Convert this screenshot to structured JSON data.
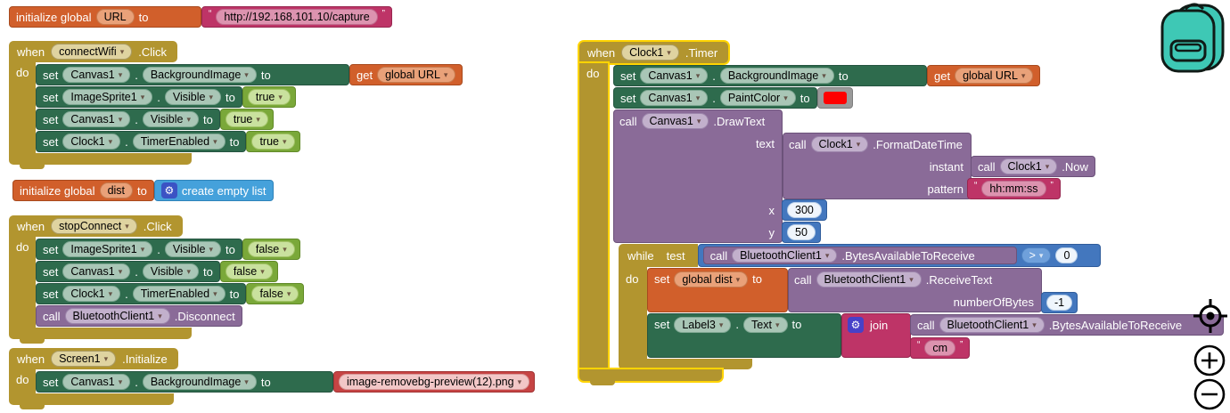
{
  "colors": {
    "event_gold": "#B2952F",
    "setter_green": "#2E6B4D",
    "logic_green": "#7AA839",
    "variable_orange": "#D15F2B",
    "text_pink": "#BE3467",
    "method_purple": "#8A6B98",
    "math_blue": "#4377BE",
    "list_blue": "#45A1DB",
    "asset_red": "#C64444",
    "selection_yellow": "#FFD400",
    "paint_swatch": "#FF0000",
    "backpack_teal": "#3EC8B5"
  },
  "icons": {
    "dropdown_arrow": "▾",
    "gear": "⚙"
  },
  "workspace": {
    "init_url": {
      "kw": "initialize global",
      "name": "URL",
      "to": "to",
      "open_quote": "“",
      "value": "http://192.168.101.10/capture",
      "close_quote": "”"
    },
    "init_dist": {
      "kw": "initialize global",
      "name": "dist",
      "to": "to",
      "list_label": "create empty list"
    },
    "when_connect": {
      "when": "when",
      "component": "connectWifi",
      "event": ".Click",
      "do_label": "do",
      "r0": {
        "set": "set",
        "comp": "Canvas1",
        "dot": ".",
        "prop": "BackgroundImage",
        "to": "to",
        "get": "get",
        "var": "global URL"
      },
      "r1": {
        "set": "set",
        "comp": "ImageSprite1",
        "dot": ".",
        "prop": "Visible",
        "to": "to",
        "val": "true"
      },
      "r2": {
        "set": "set",
        "comp": "Canvas1",
        "dot": ".",
        "prop": "Visible",
        "to": "to",
        "val": "true"
      },
      "r3": {
        "set": "set",
        "comp": "Clock1",
        "dot": ".",
        "prop": "TimerEnabled",
        "to": "to",
        "val": "true"
      }
    },
    "when_stop": {
      "when": "when",
      "component": "stopConnect",
      "event": ".Click",
      "do_label": "do",
      "r0": {
        "set": "set",
        "comp": "ImageSprite1",
        "dot": ".",
        "prop": "Visible",
        "to": "to",
        "val": "false"
      },
      "r1": {
        "set": "set",
        "comp": "Canvas1",
        "dot": ".",
        "prop": "Visible",
        "to": "to",
        "val": "false"
      },
      "r2": {
        "set": "set",
        "comp": "Clock1",
        "dot": ".",
        "prop": "TimerEnabled",
        "to": "to",
        "val": "false"
      },
      "r3": {
        "call": "call",
        "comp": "BluetoothClient1",
        "method": ".Disconnect"
      }
    },
    "when_screen": {
      "when": "when",
      "component": "Screen1",
      "event": ".Initialize",
      "do_label": "do",
      "r0": {
        "set": "set",
        "comp": "Canvas1",
        "dot": ".",
        "prop": "BackgroundImage",
        "to": "to",
        "asset": "image-removebg-preview(12).png"
      }
    },
    "when_clock": {
      "when": "when",
      "component": "Clock1",
      "event": ".Timer",
      "do_label": "do",
      "r0": {
        "set": "set",
        "comp": "Canvas1",
        "dot": ".",
        "prop": "BackgroundImage",
        "to": "to",
        "get": "get",
        "var": "global URL"
      },
      "r1": {
        "set": "set",
        "comp": "Canvas1",
        "dot": ".",
        "prop": "PaintColor",
        "to": "to"
      },
      "drawtext": {
        "call": "call",
        "comp": "Canvas1",
        "method": ".DrawText",
        "p_text": "text",
        "p_x": "x",
        "p_y": "y",
        "x_val": "300",
        "y_val": "50",
        "fdt": {
          "call": "call",
          "comp": "Clock1",
          "method": ".FormatDateTime",
          "p_instant": "instant",
          "p_pattern": "pattern",
          "now": {
            "call": "call",
            "comp": "Clock1",
            "method": ".Now"
          },
          "pattern_val": {
            "open_quote": "“",
            "value": "hh:mm:ss",
            "close_quote": "”"
          }
        }
      },
      "while": {
        "kw": "while",
        "test": "test",
        "do_label": "do",
        "cond": {
          "call": "call",
          "comp": "BluetoothClient1",
          "method": ".BytesAvailableToReceive",
          "op": ">",
          "rhs": "0"
        },
        "r0": {
          "set": "set",
          "var": "global dist",
          "to": "to",
          "call": "call",
          "comp": "BluetoothClient1",
          "method": ".ReceiveText",
          "param": "numberOfBytes",
          "param_val": "-1"
        },
        "r1": {
          "set": "set",
          "comp": "Label3",
          "dot": ".",
          "prop": "Text",
          "to": "to",
          "join": "join",
          "arg0": {
            "call": "call",
            "comp": "BluetoothClient1",
            "method": ".BytesAvailableToReceive"
          },
          "arg1": {
            "open_quote": "“",
            "value": "cm",
            "close_quote": "”"
          }
        }
      }
    }
  },
  "controls": {
    "zoom_in": "+",
    "zoom_out": "−"
  }
}
